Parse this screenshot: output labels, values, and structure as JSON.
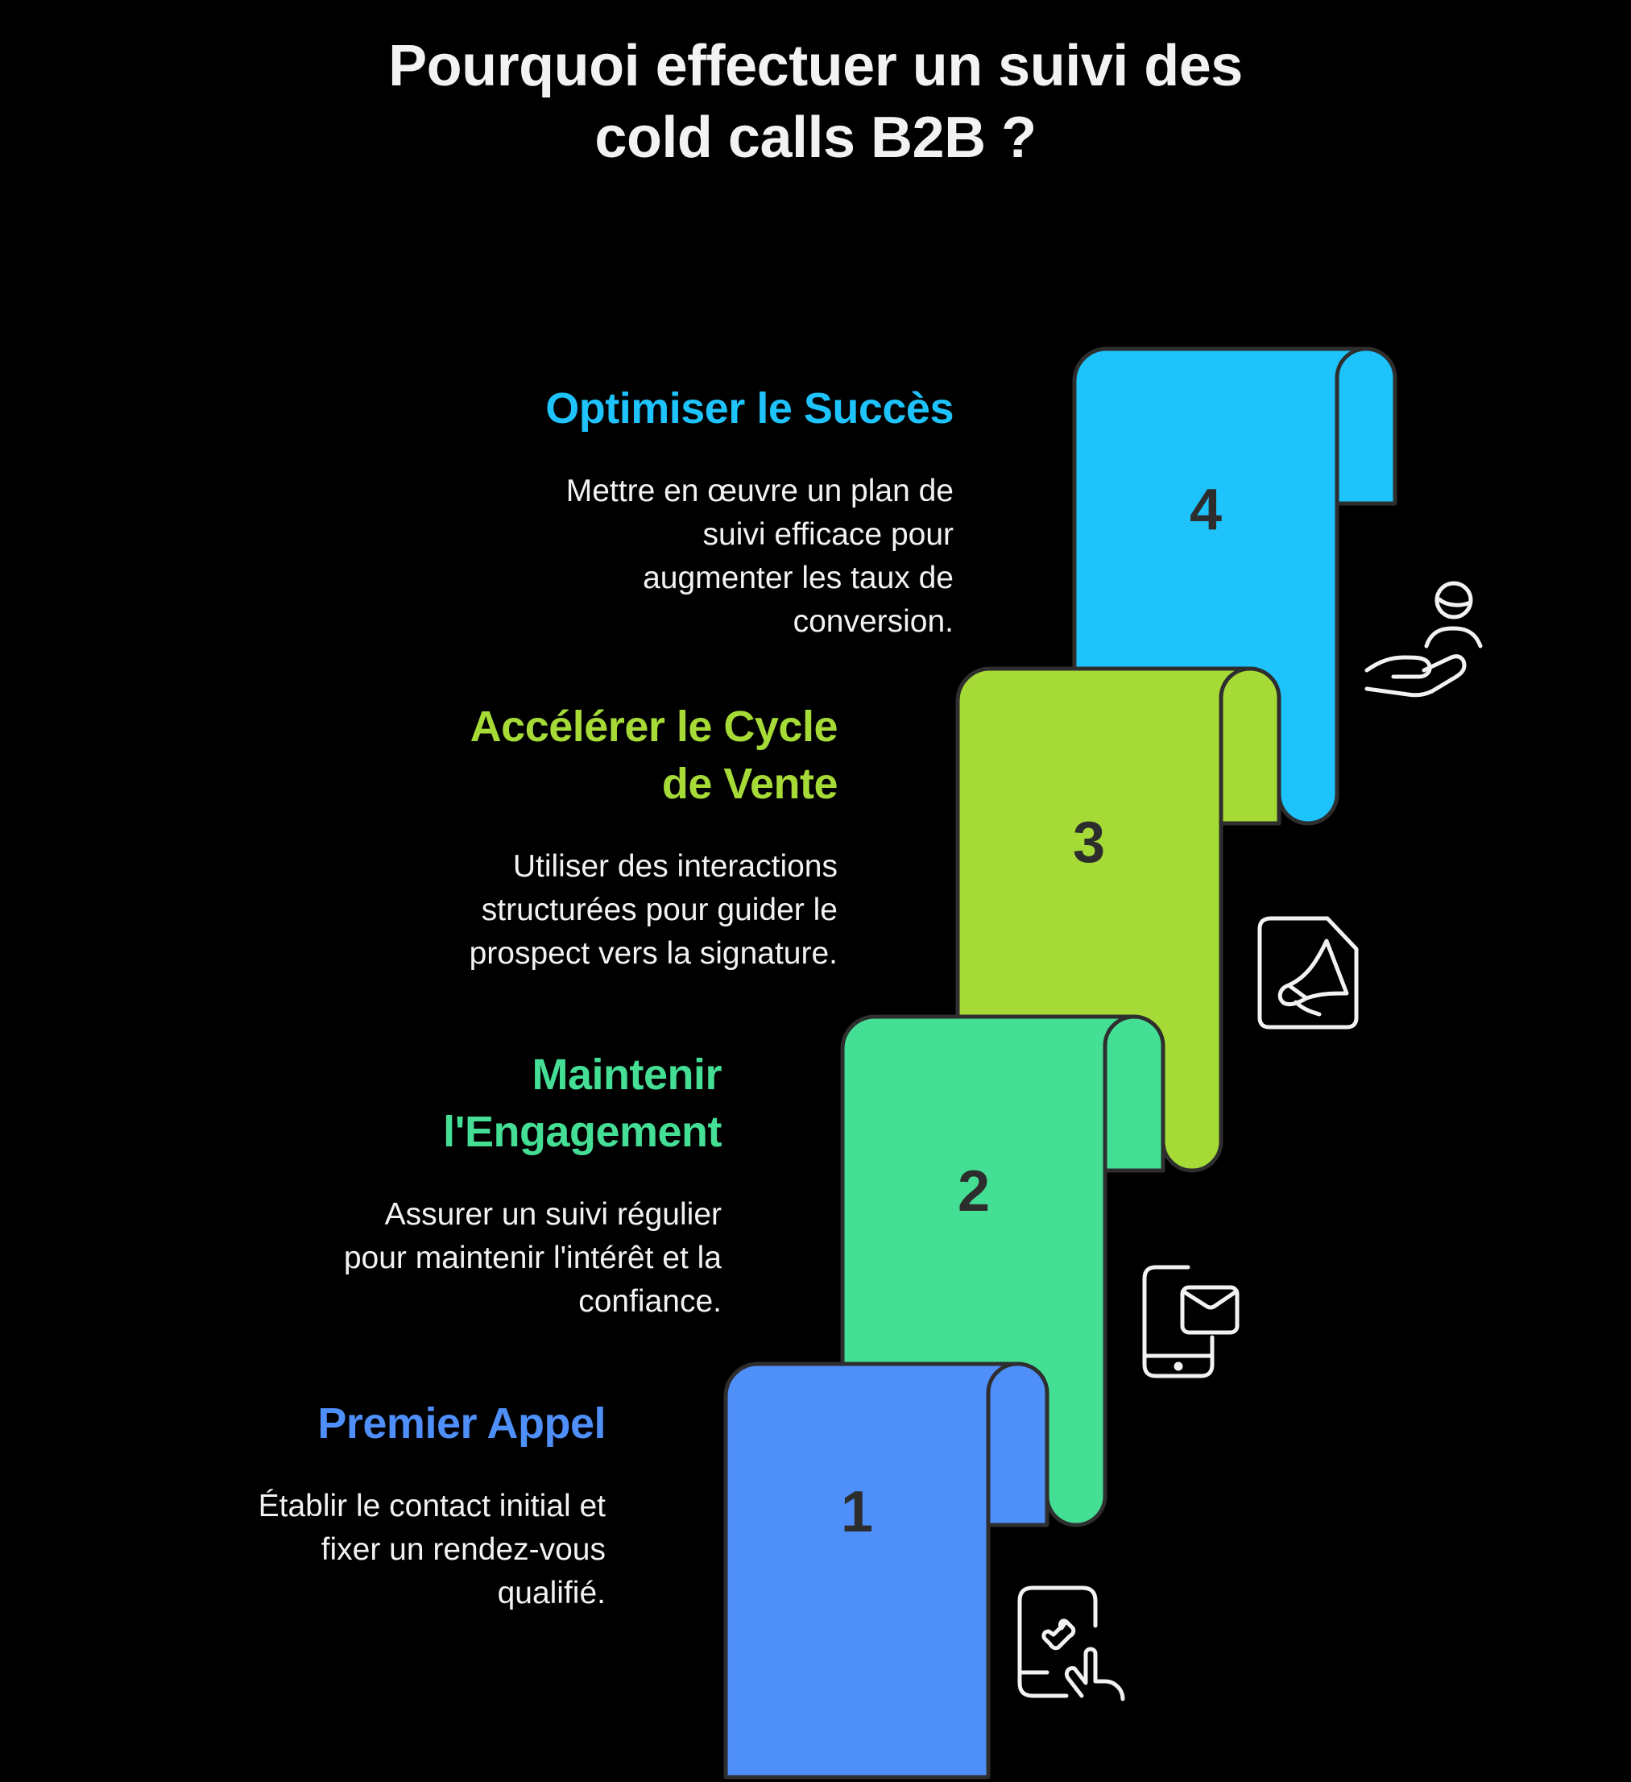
{
  "title": {
    "lines": [
      "Pourquoi effectuer un suivi des",
      "cold calls B2B ?"
    ]
  },
  "colors": {
    "background": "#000000",
    "text": "#f2f2f2",
    "outline": "#2e2e2e",
    "step1": "#4f8ffa",
    "step2": "#44df95",
    "step3": "#a6da37",
    "step4": "#1ec3fc"
  },
  "steps": [
    {
      "number": "1",
      "heading": [
        "Premier Appel"
      ],
      "body": [
        "Établir le contact initial et",
        "fixer un rendez-vous",
        "qualifié."
      ],
      "icon": "phone-call-touch-icon",
      "color": "#4f8ffa"
    },
    {
      "number": "2",
      "heading": [
        "Maintenir",
        "l'Engagement"
      ],
      "body": [
        "Assurer un suivi régulier",
        "pour maintenir l'intérêt et la",
        "confiance."
      ],
      "icon": "mobile-mail-icon",
      "color": "#44df95"
    },
    {
      "number": "3",
      "heading": [
        "Accélérer le Cycle",
        "de Vente"
      ],
      "body": [
        "Utiliser des interactions",
        "structurées pour guider le",
        "prospect vers la signature."
      ],
      "icon": "megaphone-document-icon",
      "color": "#a6da37"
    },
    {
      "number": "4",
      "heading": [
        "Optimiser le Succès"
      ],
      "body": [
        "Mettre en œuvre un plan de",
        "suivi efficace pour",
        "augmenter les taux de",
        "conversion."
      ],
      "icon": "hand-holding-user-icon",
      "color": "#1ec3fc"
    }
  ]
}
